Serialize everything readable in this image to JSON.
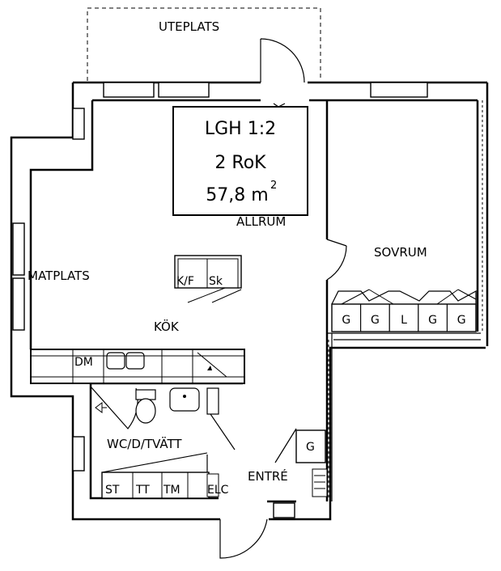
{
  "unit_box": {
    "type_label": "LGH 1:2",
    "rooms_label": "2 RoK",
    "area_value": "57,8 m",
    "area_sup": "2"
  },
  "rooms": {
    "uteplats": "UTEPLATS",
    "allrum": "ALLRUM",
    "sovrum": "SOVRUM",
    "matplats": "MATPLATS",
    "kok": "KÖK",
    "wc": "WC/D/TVÄTT",
    "entre": "ENTRÉ"
  },
  "fixtures": {
    "kf": "K/F",
    "sk": "Sk",
    "dm": "DM",
    "st": "ST",
    "tt": "TT",
    "tm": "TM",
    "elc": "ELC",
    "entre_g": "G",
    "wardrobes": [
      "G",
      "G",
      "L",
      "G",
      "G"
    ]
  }
}
